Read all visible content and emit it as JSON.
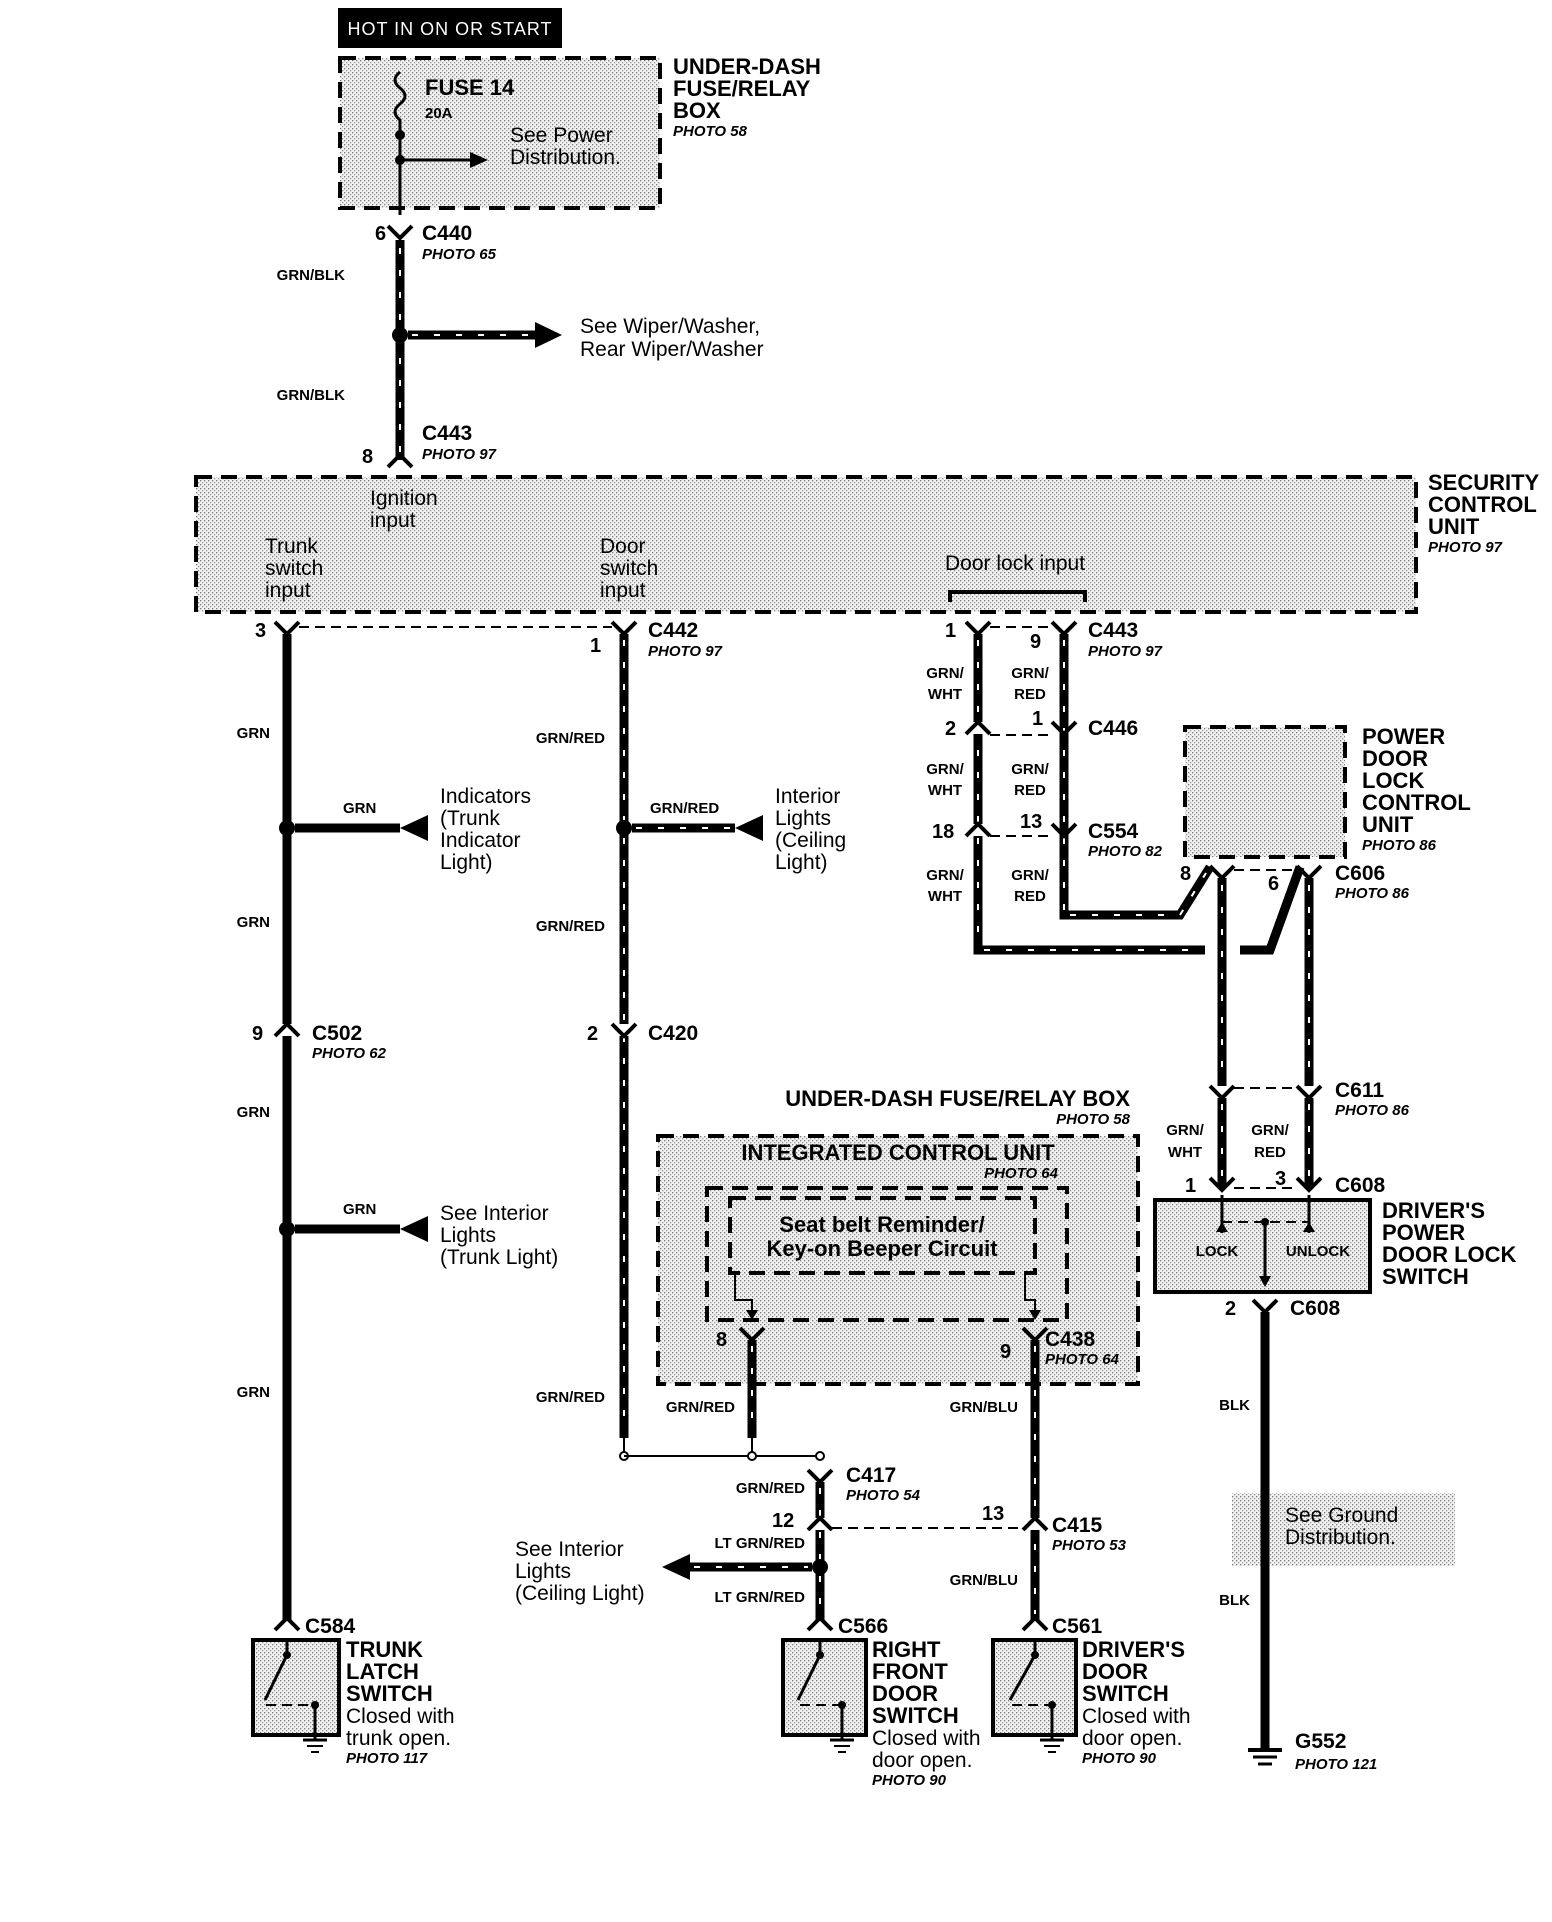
{
  "hot_banner": "HOT IN ON OR START",
  "fuse_box": {
    "title_lines": [
      "UNDER-DASH",
      "FUSE/RELAY",
      "BOX"
    ],
    "photo": "PHOTO 58",
    "fuse_name": "FUSE 14",
    "fuse_rating": "20A",
    "note_lines": [
      "See Power",
      "Distribution."
    ]
  },
  "c440": {
    "name": "C440",
    "photo": "PHOTO 65",
    "pin": "6"
  },
  "wire_grn_blk": "GRN/BLK",
  "wiper_ref_lines": [
    "See Wiper/Washer,",
    "Rear Wiper/Washer"
  ],
  "c443_top": {
    "name": "C443",
    "photo": "PHOTO 97",
    "pin": "8"
  },
  "security_unit": {
    "title_lines": [
      "SECURITY",
      "CONTROL",
      "UNIT"
    ],
    "photo": "PHOTO 97",
    "ignition_lines": [
      "Ignition",
      "input"
    ],
    "trunk_lines": [
      "Trunk",
      "switch",
      "input"
    ],
    "door_lines": [
      "Door",
      "switch",
      "input"
    ],
    "door_lock": "Door lock input"
  },
  "c442": {
    "name": "C442",
    "photo": "PHOTO 97",
    "pin_trunk": "3",
    "pin_door": "1"
  },
  "c443_lock": {
    "name": "C443",
    "photo": "PHOTO 97",
    "pin_a": "1",
    "pin_b": "9"
  },
  "c446": {
    "name": "C446",
    "pin_a": "2",
    "pin_b": "1"
  },
  "c554": {
    "name": "C554",
    "photo": "PHOTO 82",
    "pin_a": "18",
    "pin_b": "13"
  },
  "wire_grn": "GRN",
  "wire_grn_red": "GRN/RED",
  "wire_grn_wht_lines": [
    "GRN/",
    "WHT"
  ],
  "wire_grn_red_lines": [
    "GRN/",
    "RED"
  ],
  "indicators_ref_lines": [
    "Indicators",
    "(Trunk",
    "Indicator",
    "Light)"
  ],
  "interior_ref_lines": [
    "Interior",
    "Lights",
    "(Ceiling",
    "Light)"
  ],
  "power_door_unit": {
    "title_lines": [
      "POWER",
      "DOOR",
      "LOCK",
      "CONTROL",
      "UNIT"
    ],
    "photo": "PHOTO 86"
  },
  "c606": {
    "name": "C606",
    "photo": "PHOTO 86",
    "pin_a": "8",
    "pin_b": "6"
  },
  "c502": {
    "name": "C502",
    "photo": "PHOTO 62",
    "pin": "9"
  },
  "c420": {
    "name": "C420",
    "pin": "2"
  },
  "c611": {
    "name": "C611",
    "photo": "PHOTO 86"
  },
  "fuse_box_lower": {
    "title": "UNDER-DASH FUSE/RELAY BOX",
    "photo": "PHOTO 58"
  },
  "icu": {
    "title": "INTEGRATED CONTROL UNIT",
    "photo": "PHOTO 64"
  },
  "seatbelt_lines": [
    "Seat belt Reminder/",
    "Key-on Beeper Circuit"
  ],
  "c608_top": {
    "name": "C608",
    "pin_a": "1",
    "pin_b": "3"
  },
  "drivers_lock_switch": {
    "title_lines": [
      "DRIVER'S",
      "POWER",
      "DOOR LOCK",
      "SWITCH"
    ],
    "lock": "LOCK",
    "unlock": "UNLOCK"
  },
  "c608_bottom": {
    "name": "C608",
    "pin": "2"
  },
  "trunk_light_ref_lines": [
    "See Interior",
    "Lights",
    "(Trunk Light)"
  ],
  "c438": {
    "name": "C438",
    "photo": "PHOTO 64",
    "pin_a": "8",
    "pin_b": "9"
  },
  "wire_grn_blu": "GRN/BLU",
  "wire_blk": "BLK",
  "c417": {
    "name": "C417",
    "photo": "PHOTO 54",
    "pin": "12"
  },
  "c415": {
    "name": "C415",
    "photo": "PHOTO 53",
    "pin": "13"
  },
  "ground_ref_lines": [
    "See Ground",
    "Distribution."
  ],
  "ceiling_ref_lines": [
    "See Interior",
    "Lights",
    "(Ceiling Light)"
  ],
  "wire_lt_grn_red": "LT GRN/RED",
  "c584": {
    "name": "C584"
  },
  "c566": {
    "name": "C566"
  },
  "c561": {
    "name": "C561"
  },
  "trunk_switch": {
    "title_lines": [
      "TRUNK",
      "LATCH",
      "SWITCH"
    ],
    "note_lines": [
      "Closed with",
      "trunk open."
    ],
    "photo": "PHOTO 117"
  },
  "rf_door_switch": {
    "title_lines": [
      "RIGHT",
      "FRONT",
      "DOOR",
      "SWITCH"
    ],
    "note_lines": [
      "Closed with",
      "door open."
    ],
    "photo": "PHOTO 90"
  },
  "drv_door_switch": {
    "title_lines": [
      "DRIVER'S",
      "DOOR",
      "SWITCH"
    ],
    "note_lines": [
      "Closed with",
      "door open."
    ],
    "photo": "PHOTO 90"
  },
  "g552": {
    "name": "G552",
    "photo": "PHOTO 121"
  }
}
